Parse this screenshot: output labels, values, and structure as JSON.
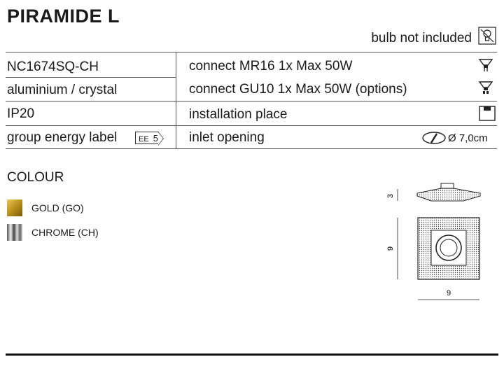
{
  "product": {
    "title": "PIRAMIDE L"
  },
  "bulb_note": "bulb not included",
  "rows": {
    "code": "NC1674SQ-CH",
    "material": "aluminium / crystal",
    "ip": "IP20",
    "energy_label_text": "group energy label",
    "energy_badge_prefix": "EE",
    "energy_badge_value": "5",
    "connect1": "connect MR16 1x Max 50W",
    "connect2": "connect GU10 1x Max 50W (options)",
    "installation": "installation place",
    "inlet": "inlet opening",
    "inlet_value": "Ø 7,0cm"
  },
  "colour": {
    "heading": "COLOUR",
    "options": [
      {
        "label": "GOLD (GO)",
        "color": "#c9a227"
      },
      {
        "label": "CHROME (CH)",
        "color": "#9a9a9a"
      }
    ]
  },
  "drawing": {
    "height_label": "3",
    "side_label": "9",
    "width_label": "9"
  },
  "icons": {
    "bulb_not_included": "crossed-bulb-icon",
    "mr16": "mr16-bulb-icon",
    "gu10": "gu10-bulb-icon",
    "installation": "ceiling-installation-icon",
    "inlet": "inlet-opening-icon"
  }
}
